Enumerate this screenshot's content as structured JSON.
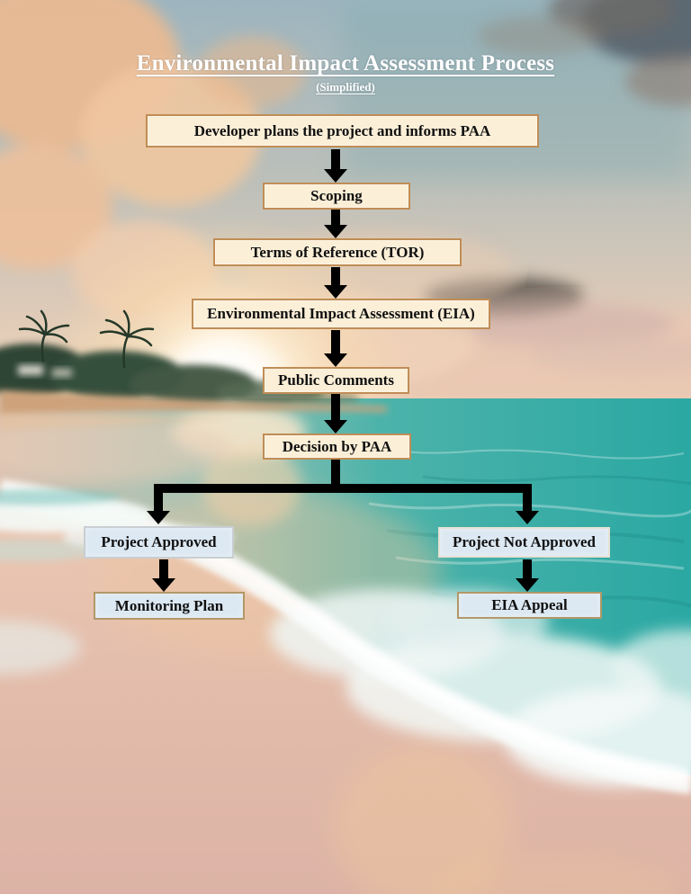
{
  "title": {
    "main": "Environmental Impact Assessment Process",
    "subtitle": "(Simplified)"
  },
  "flow": {
    "nodes": [
      {
        "label": "Developer plans the project and informs PAA"
      },
      {
        "label": "Scoping"
      },
      {
        "label": "Terms of Reference (TOR)"
      },
      {
        "label": "Environmental Impact Assessment (EIA)"
      },
      {
        "label": "Public Comments"
      },
      {
        "label": "Decision by PAA"
      },
      {
        "label": "Project Approved"
      },
      {
        "label": "Project Not Approved"
      },
      {
        "label": "Monitoring Plan"
      },
      {
        "label": "EIA Appeal"
      }
    ]
  },
  "colors": {
    "process_box_bg": "#fcefd8",
    "process_box_border": "#c08d55",
    "outcome_box_bg": "#dce8f2",
    "outcome_box_border_gray": "#c9ced3",
    "outcome_box_border_white": "#e7e1d4",
    "outcome_box_border_tan": "#b39868",
    "arrow": "#000000",
    "title_text": "#ffffff",
    "box_text": "#101010"
  }
}
